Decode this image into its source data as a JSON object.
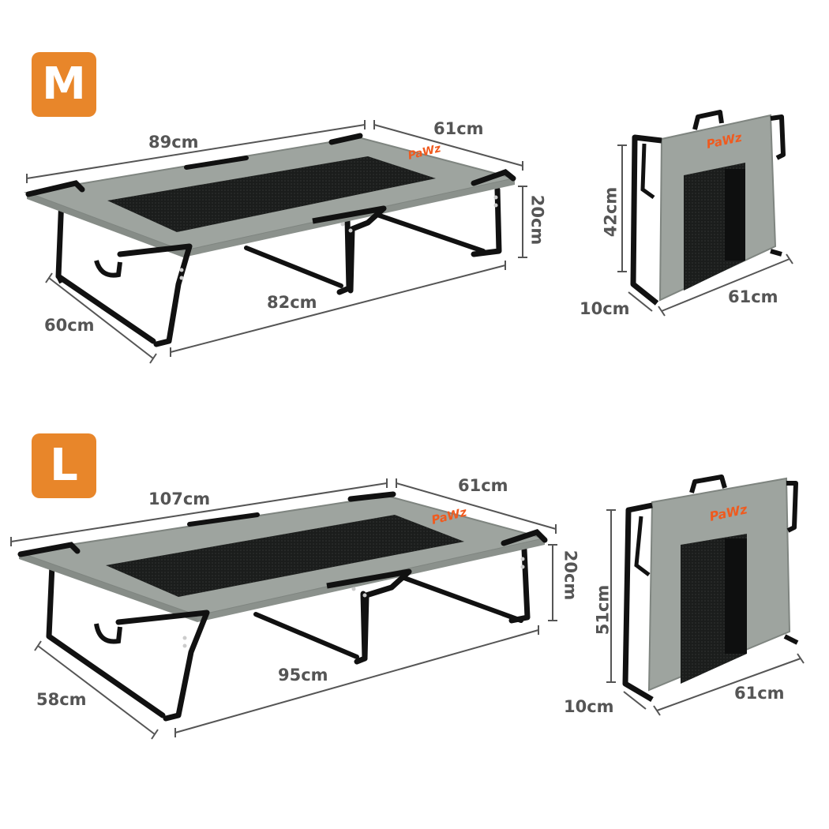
{
  "colors": {
    "badge": "#e8862a",
    "fabric": "#9ea49f",
    "fabric_edge": "#7f8580",
    "mesh": "#1b1d1c",
    "frame": "#111111",
    "brand": "#f05a1e",
    "dimension": "#555555"
  },
  "brand_text": "PaWz",
  "sizes": [
    {
      "badge": "M",
      "bed": {
        "length": "89cm",
        "width": "61cm",
        "height": "20cm",
        "leg_length": "82cm",
        "leg_width": "60cm"
      },
      "folded": {
        "height": "42cm",
        "width": "61cm",
        "depth": "10cm"
      }
    },
    {
      "badge": "L",
      "bed": {
        "length": "107cm",
        "width": "61cm",
        "height": "20cm",
        "leg_length": "95cm",
        "leg_width": "58cm"
      },
      "folded": {
        "height": "51cm",
        "width": "61cm",
        "depth": "10cm"
      }
    }
  ]
}
